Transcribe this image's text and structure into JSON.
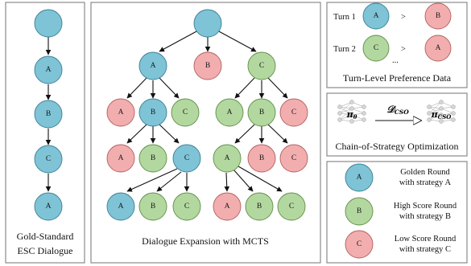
{
  "colors": {
    "golden": "#7ec3d6",
    "high": "#b3d89f",
    "low": "#f2aeae"
  },
  "gold_panel": {
    "caption_line1": "Gold-Standard",
    "caption_line2": "ESC Dialogue",
    "nodes": [
      "",
      "A",
      "B",
      "C",
      "A"
    ]
  },
  "mcts_panel": {
    "caption": "Dialogue Expansion with MCTS",
    "node_labels": {
      "root": "",
      "l1_a": "A",
      "l1_b": "B",
      "l1_c": "C",
      "l2_a": "A",
      "l2_b": "B",
      "l2_c": "C",
      "l2_d": "A",
      "l2_e": "B",
      "l2_f": "C",
      "l3_a": "A",
      "l3_b": "B",
      "l3_c": "C",
      "l3_d": "A",
      "l3_e": "B",
      "l3_f": "C",
      "l4_a": "A",
      "l4_b": "B",
      "l4_c": "C",
      "l4_d": "A",
      "l4_e": "B",
      "l4_f": "C"
    }
  },
  "pref_panel": {
    "caption": "Turn-Level Preference Data",
    "turn1_label": "Turn 1",
    "turn2_label": "Turn 2",
    "turn1_left": "A",
    "turn1_right": "B",
    "turn2_left": "C",
    "turn2_right": "A",
    "gt_symbol": ">",
    "ellipsis": "..."
  },
  "cso_panel": {
    "caption": "Chain-of-Strategy Optimization",
    "data_symbol": "𝒟",
    "data_sub": "CSO",
    "pi_in": "π",
    "pi_in_sub": "θ",
    "pi_out": "π",
    "pi_out_sub": "CSO"
  },
  "legend": {
    "items": [
      {
        "node": "A",
        "line1": "Golden Round",
        "line2": "with strategy A"
      },
      {
        "node": "B",
        "line1": "High Score Round",
        "line2": "with strategy B"
      },
      {
        "node": "C",
        "line1": "Low Score Round",
        "line2": "with strategy C"
      }
    ]
  }
}
